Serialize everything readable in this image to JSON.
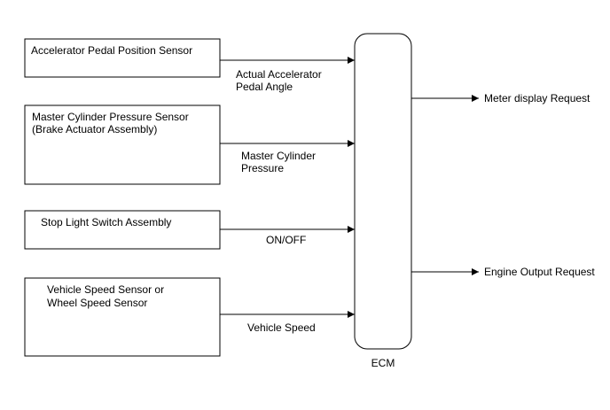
{
  "diagram": {
    "ecm": {
      "label": "ECM"
    },
    "inputs": [
      {
        "id": "accelerator-pedal-position-sensor",
        "box_lines": [
          "Accelerator Pedal Position Sensor"
        ],
        "signal_lines": [
          "Actual Accelerator",
          "Pedal Angle"
        ]
      },
      {
        "id": "master-cylinder-pressure-sensor",
        "box_lines": [
          "Master Cylinder Pressure Sensor",
          "(Brake Actuator Assembly)"
        ],
        "signal_lines": [
          "Master Cylinder",
          "Pressure"
        ]
      },
      {
        "id": "stop-light-switch-assembly",
        "box_lines": [
          "Stop Light Switch Assembly"
        ],
        "signal_lines": [
          "ON/OFF"
        ]
      },
      {
        "id": "vehicle-speed-sensor",
        "box_lines": [
          "Vehicle Speed Sensor or",
          "Wheel Speed Sensor"
        ],
        "signal_lines": [
          "Vehicle Speed"
        ]
      }
    ],
    "outputs": [
      {
        "id": "meter-display-request",
        "label": "Meter display Request"
      },
      {
        "id": "engine-output-request",
        "label": "Engine Output Request"
      }
    ]
  }
}
